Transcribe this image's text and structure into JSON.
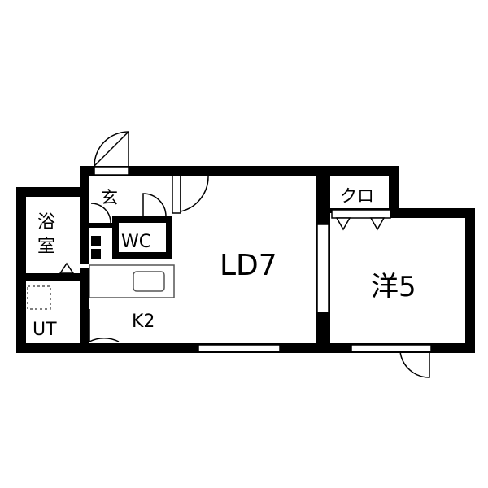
{
  "rooms": {
    "ld": "LD7",
    "western": "洋5",
    "closet": "クロ",
    "entrance": "玄",
    "wc": "WC",
    "bath_line1": "浴",
    "bath_line2": "室",
    "utility": "UT",
    "kitchen": "K2"
  },
  "colors": {
    "wall": "#000000",
    "fixture_stroke": "#555555",
    "fixture_fill": "#ffffff"
  }
}
